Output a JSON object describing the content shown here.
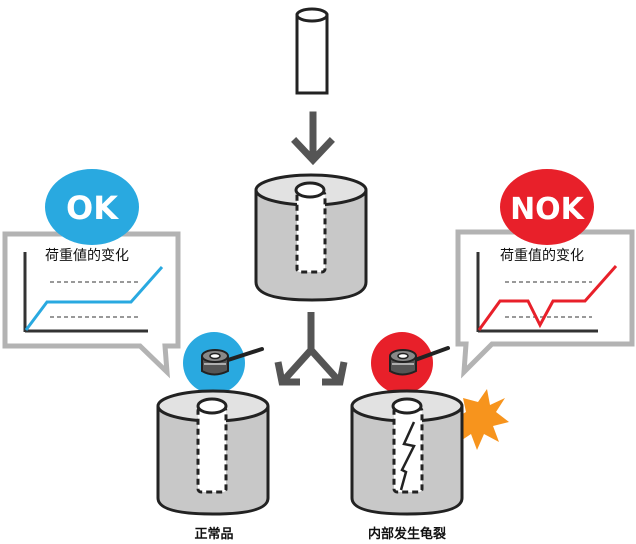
{
  "ok_badge": {
    "text": "OK",
    "color": "#29a9e0"
  },
  "nok_badge": {
    "text": "NOK",
    "color": "#e8202a"
  },
  "chart_title_left": "荷重値的变化",
  "chart_title_right": "荷重值的变化",
  "caption_left": "正常品",
  "caption_right": "内部发生龟裂",
  "colors": {
    "cup_fill": "#c8c8c8",
    "cup_top": "#e2e2e2",
    "outline": "#222222",
    "arrow": "#555555",
    "bubble_border": "#b3b3b3",
    "ok_line": "#29a9e0",
    "nok_line": "#e8202a",
    "burst": "#f7941d"
  },
  "icons": [
    "pin-icon",
    "down-arrow-icon",
    "split-arrow-icon",
    "load-sensor-icon",
    "crack-icon",
    "burst-icon"
  ]
}
